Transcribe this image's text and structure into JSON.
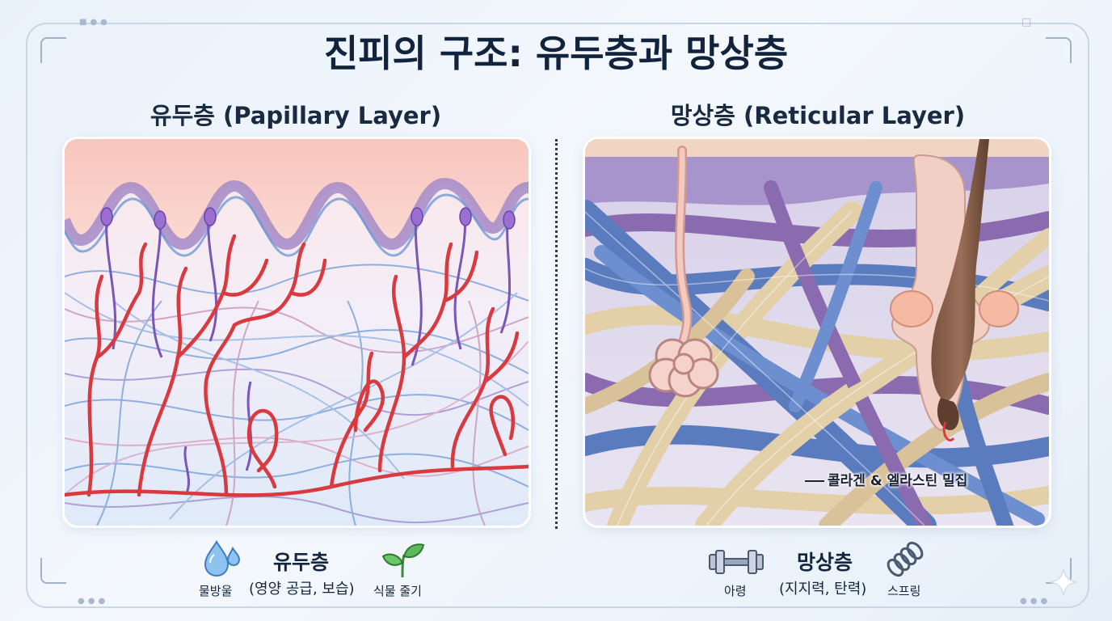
{
  "title": "진피의 구조: 유두층과 망상층",
  "papillary": {
    "heading": "유두층 (Papillary Layer)",
    "legend_name": "유두층",
    "legend_desc": "(영양 공급, 보습)",
    "icon_left": {
      "name": "water-drops-icon",
      "label": "물방울"
    },
    "icon_right": {
      "name": "sprout-icon",
      "label": "식물 줄기"
    }
  },
  "reticular": {
    "heading": "망상층 (Reticular Layer)",
    "legend_name": "망상층",
    "legend_desc": "(지지력, 탄력)",
    "callout": "콜라겐 & 엘라스틴 밀집",
    "icon_left": {
      "name": "dumbbell-icon",
      "label": "아령"
    },
    "icon_right": {
      "name": "spring-icon",
      "label": "스프링"
    }
  },
  "colors": {
    "vessel": "#d93a3f",
    "nerve": "#7a56b8",
    "collagen": "#e3cfa8",
    "elastin_blue": "#5a7cbf",
    "elastin_purple": "#8a6bb0",
    "epidermis": "#f6c9c1",
    "basal_layer": "#a58bc9",
    "hair": "#5e3f2f"
  }
}
